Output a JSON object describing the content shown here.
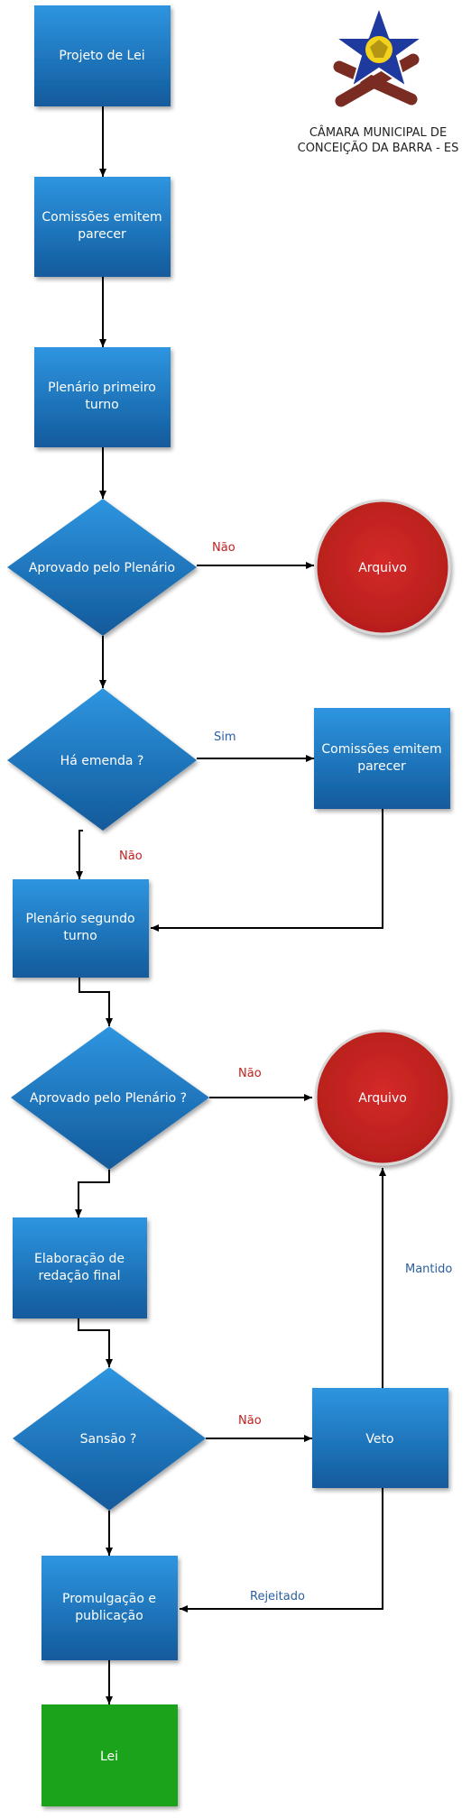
{
  "organization": {
    "name_line1": "CÂMARA MUNICIPAL DE",
    "name_line2": "CONCEIÇÃO DA BARRA - ES",
    "logo_icon": "star-emblem-icon"
  },
  "colors": {
    "process": "#1f77c4",
    "terminal": "#c0211f",
    "end": "#1aa31a",
    "no_label": "#c0211f",
    "other_label": "#2a5f9e",
    "arrow": "#000000"
  },
  "nodes": {
    "projeto": {
      "line1": "Projeto de Lei",
      "line2": ""
    },
    "comissoes1": {
      "line1": "Comissões emitem",
      "line2": "parecer"
    },
    "plenario1": {
      "line1": "Plenário primeiro",
      "line2": "turno"
    },
    "aprovado1": {
      "line1": "Aprovado pelo Plenário",
      "line2": ""
    },
    "arquivo1": {
      "line1": "Arquivo",
      "line2": ""
    },
    "emenda": {
      "line1": "Há emenda ?",
      "line2": ""
    },
    "comissoes2": {
      "line1": "Comissões emitem",
      "line2": "parecer"
    },
    "plenario2": {
      "line1": "Plenário segundo",
      "line2": "turno"
    },
    "aprovado2": {
      "line1": "Aprovado pelo Plenário ?",
      "line2": ""
    },
    "arquivo2": {
      "line1": "Arquivo",
      "line2": ""
    },
    "redacao": {
      "line1": "Elaboração de",
      "line2": "redação final"
    },
    "sansao": {
      "line1": "Sansão ?",
      "line2": ""
    },
    "veto": {
      "line1": "Veto",
      "line2": ""
    },
    "promulgacao": {
      "line1": "Promulgação e",
      "line2": "publicação"
    },
    "lei": {
      "line1": "Lei",
      "line2": ""
    }
  },
  "edge_labels": {
    "nao1": "Não",
    "sim": "Sim",
    "nao2": "Não",
    "nao3": "Não",
    "mantido": "Mantido",
    "nao4": "Não",
    "rejeitado": "Rejeitado"
  }
}
